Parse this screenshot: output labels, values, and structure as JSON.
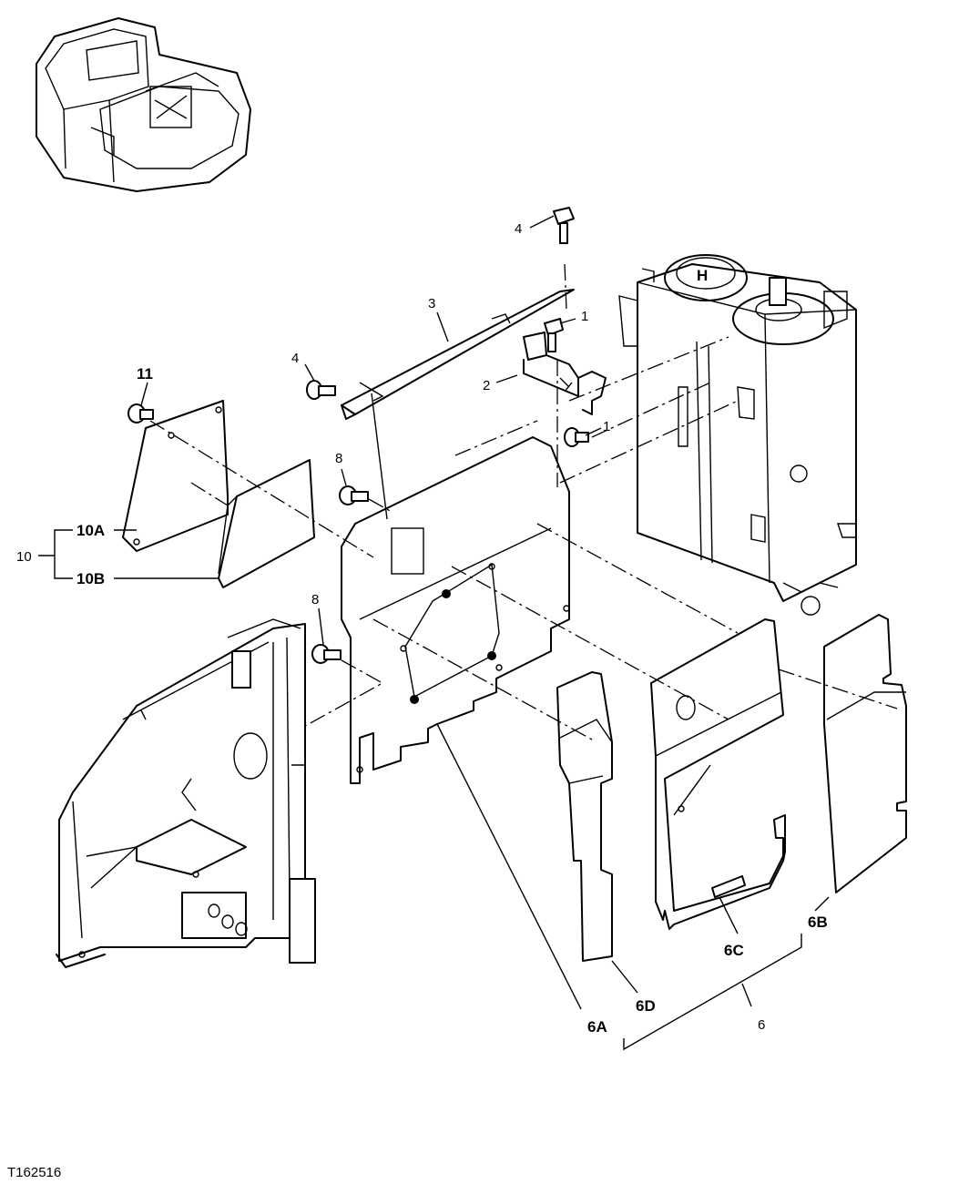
{
  "figure_id": "T162516",
  "callouts": {
    "c1a": "1",
    "c1b": "1",
    "c2": "2",
    "c3": "3",
    "c4a": "4",
    "c4b": "4",
    "c8a": "8",
    "c8b": "8",
    "c11": "11",
    "c10": "10",
    "c10A": "10A",
    "c10B": "10B",
    "c6": "6",
    "c6A": "6A",
    "c6B": "6B",
    "c6C": "6C",
    "c6D": "6D"
  }
}
